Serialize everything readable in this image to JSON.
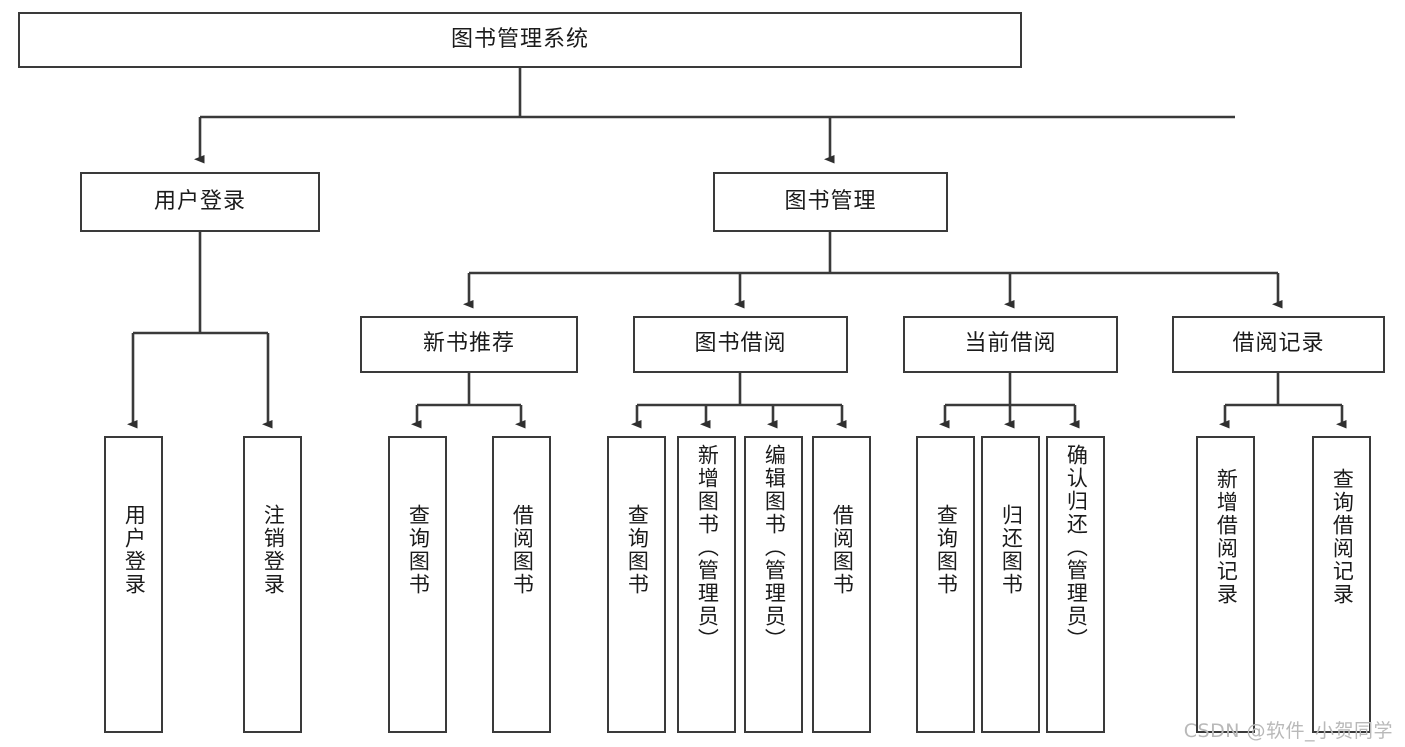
{
  "diagram": {
    "title": "图书管理系统",
    "type": "tree-hierarchy-diagram",
    "watermark": "CSDN @软件_小贺同学",
    "colors": {
      "stroke": "#3a3a3a",
      "fill": "#ffffff",
      "text": "#1b1b1b",
      "watermark": "#b9b9b9"
    },
    "nodes": {
      "root": {
        "label": "图书管理系统"
      },
      "level1": [
        {
          "id": "user-login",
          "label": "用户登录"
        },
        {
          "id": "book-management",
          "label": "图书管理"
        }
      ],
      "level2": [
        {
          "id": "new-book-recommend",
          "label": "新书推荐"
        },
        {
          "id": "book-borrow",
          "label": "图书借阅"
        },
        {
          "id": "current-borrow",
          "label": "当前借阅"
        },
        {
          "id": "borrow-record",
          "label": "借阅记录"
        }
      ],
      "leaves": {
        "user_login": [
          {
            "id": "leaf-user-login",
            "label": "用户登录"
          },
          {
            "id": "leaf-logout-login",
            "label": "注销登录"
          }
        ],
        "new_book_recommend": [
          {
            "id": "leaf-query-book-1",
            "label": "查询图书"
          },
          {
            "id": "leaf-borrow-book-1",
            "label": "借阅图书"
          }
        ],
        "book_borrow": [
          {
            "id": "leaf-query-book-2",
            "label": "查询图书"
          },
          {
            "id": "leaf-add-book-admin",
            "label": "新增图书（管理员）"
          },
          {
            "id": "leaf-edit-book-admin",
            "label": "编辑图书（管理员）"
          },
          {
            "id": "leaf-borrow-book-2",
            "label": "借阅图书"
          }
        ],
        "current_borrow": [
          {
            "id": "leaf-query-book-3",
            "label": "查询图书"
          },
          {
            "id": "leaf-return-book",
            "label": "归还图书"
          },
          {
            "id": "leaf-confirm-return-admin",
            "label": "确认归还（管理员）"
          }
        ],
        "borrow_record": [
          {
            "id": "leaf-add-borrow-record",
            "label": "新增借阅记录"
          },
          {
            "id": "leaf-query-borrow-record",
            "label": "查询借阅记录"
          }
        ]
      }
    }
  }
}
